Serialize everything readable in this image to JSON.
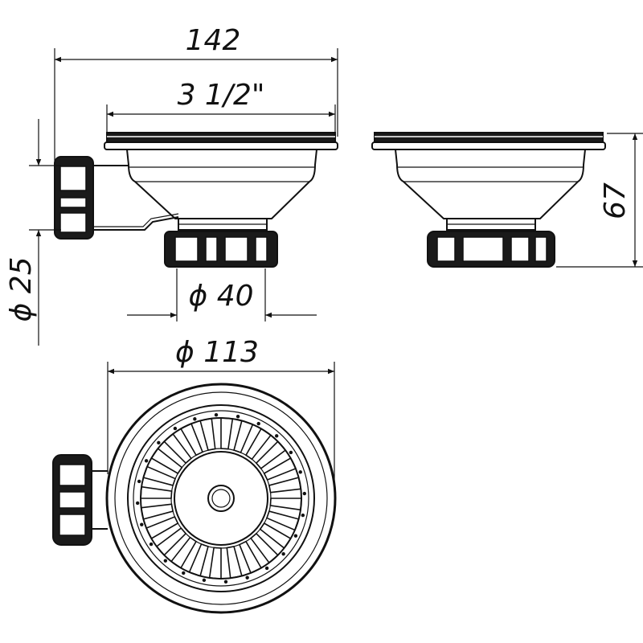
{
  "dimensions": {
    "overall_length": "142",
    "thread_size": "3 1/2\"",
    "outlet_diameter": "ϕ 40",
    "overflow_diameter": "ϕ 25",
    "flange_diameter": "ϕ 113",
    "height": "67"
  },
  "colors": {
    "line": "#111111",
    "background": "#ffffff"
  }
}
